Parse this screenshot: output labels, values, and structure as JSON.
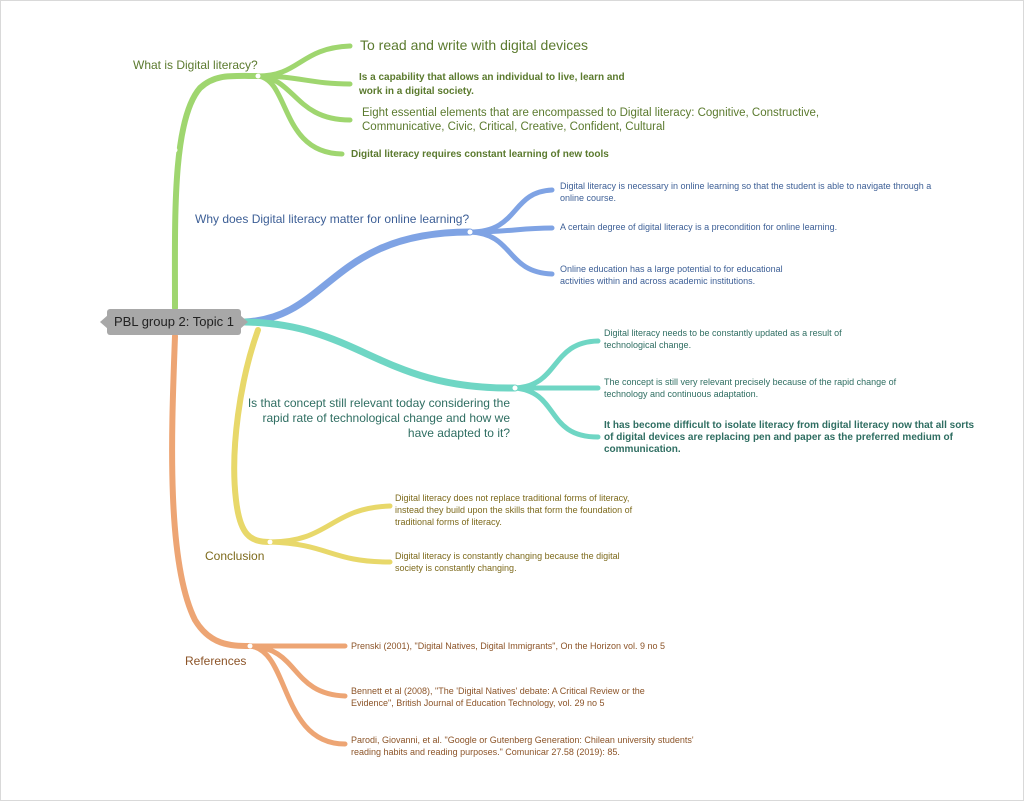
{
  "root": {
    "label": "PBL group 2: Topic 1"
  },
  "colors": {
    "green": "#9fd66f",
    "blue": "#7fa3e4",
    "teal": "#6fd6c4",
    "yellow": "#e8d86a",
    "orange": "#eda574"
  },
  "topics": {
    "digital_literacy": {
      "label": "What is Digital literacy?",
      "items": [
        "To read and write with digital devices",
        "Is a capability that allows an individual to live, learn and",
        "work in a digital society.",
        "Eight essential elements that are encompassed to Digital literacy: Cognitive, Constructive,",
        "Communicative, Civic, Critical, Creative, Confident, Cultural",
        "Digital literacy requires constant learning of new tools"
      ]
    },
    "why_matter": {
      "label": "Why does Digital literacy matter for online learning?",
      "items": [
        "Digital literacy is necessary in online learning so that the student is able to navigate through a",
        "online course.",
        "A certain degree of digital literacy is a precondition for online learning.",
        "Online education has a large potential to for educational",
        "activities within and across academic institutions."
      ]
    },
    "relevance": {
      "label_lines": [
        "Is that concept still relevant today considering the",
        "rapid rate of technological change and how we",
        "have adapted to it?"
      ],
      "items": [
        "Digital literacy needs to be constantly updated as a result of",
        "technological change.",
        "The concept is still very relevant precisely because of the rapid change of",
        "technology and continuous adaptation.",
        "It has become difficult to isolate literacy from digital literacy now that all sorts",
        "of digital devices are replacing pen and paper as the preferred medium of",
        "communication."
      ]
    },
    "conclusion": {
      "label": "Conclusion",
      "items": [
        "Digital literacy does not replace traditional forms of literacy,",
        "instead they build upon the skills that form the foundation of",
        "traditional forms of literacy.",
        "Digital literacy is constantly changing because the digital",
        "society is constantly changing."
      ]
    },
    "references": {
      "label": "References",
      "items": [
        "Prenski (2001), \"Digital Natives, Digital Immigrants\", On the Horizon vol. 9 no 5",
        "Bennett et al (2008), \"The 'Digital Natives' debate: A Critical Review or the",
        "Evidence\", British Journal of Education Technology, vol. 29 no 5",
        "Parodi, Giovanni, et al. \"Google or Gutenberg Generation: Chilean university students'",
        "reading habits and reading purposes.\" Comunicar 27.58 (2019): 85."
      ]
    }
  }
}
